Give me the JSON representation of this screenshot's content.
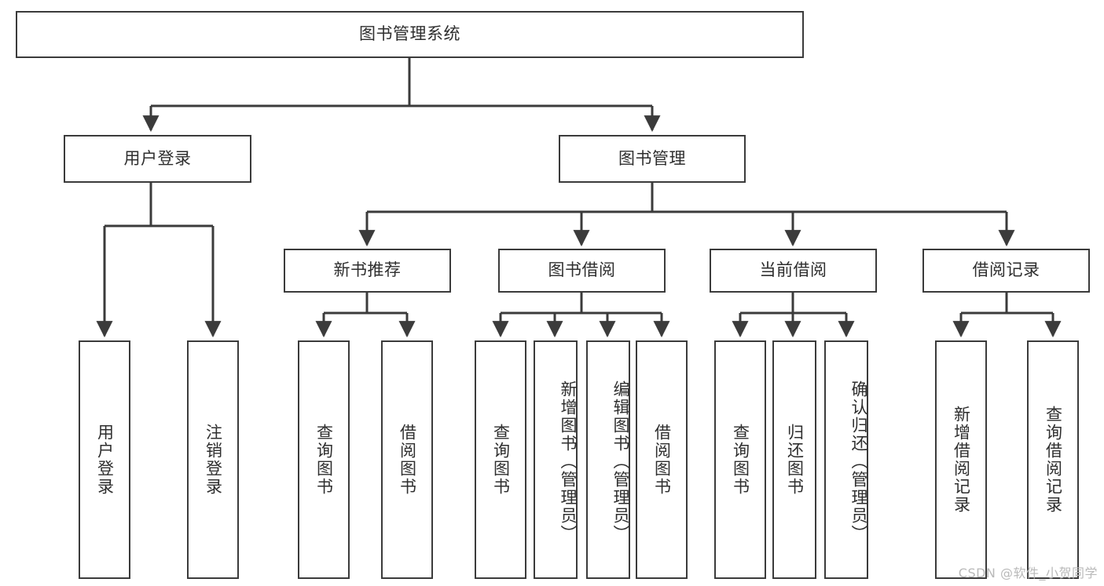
{
  "diagram": {
    "title": "图书管理系统",
    "type": "tree",
    "stroke_color": "#3b3b3b",
    "text_color": "#2e2e2e",
    "background_color": "#ffffff"
  },
  "nodes": {
    "root": {
      "label": "图书管理系统"
    },
    "level2": [
      {
        "id": "user-login",
        "label": "用户登录"
      },
      {
        "id": "book-manage",
        "label": "图书管理"
      }
    ],
    "level3": [
      {
        "id": "new-book-rec",
        "label": "新书推荐"
      },
      {
        "id": "book-borrow",
        "label": "图书借阅"
      },
      {
        "id": "current-borrow",
        "label": "当前借阅"
      },
      {
        "id": "borrow-record",
        "label": "借阅记录"
      }
    ],
    "leaves": {
      "user_login": [
        {
          "id": "leaf-user-login",
          "label": "用户登录"
        },
        {
          "id": "leaf-logout",
          "label": "注销登录"
        }
      ],
      "new_book_rec": [
        {
          "id": "leaf-query-book-1",
          "label": "查询图书"
        },
        {
          "id": "leaf-borrow-book-1",
          "label": "借阅图书"
        }
      ],
      "book_borrow": [
        {
          "id": "leaf-query-book-2",
          "label": "查询图书"
        },
        {
          "id": "leaf-add-book",
          "label": "新增图书（管理员）"
        },
        {
          "id": "leaf-edit-book",
          "label": "编辑图书（管理员）"
        },
        {
          "id": "leaf-borrow-book-2",
          "label": "借阅图书"
        }
      ],
      "current_borrow": [
        {
          "id": "leaf-query-book-3",
          "label": "查询图书"
        },
        {
          "id": "leaf-return-book",
          "label": "归还图书"
        },
        {
          "id": "leaf-confirm-return",
          "label": "确认归还（管理员）"
        }
      ],
      "borrow_record": [
        {
          "id": "leaf-add-record",
          "label": "新增借阅记录"
        },
        {
          "id": "leaf-query-record",
          "label": "查询借阅记录"
        }
      ]
    }
  },
  "watermark": {
    "text": "CSDN @软件_小贺同学"
  }
}
